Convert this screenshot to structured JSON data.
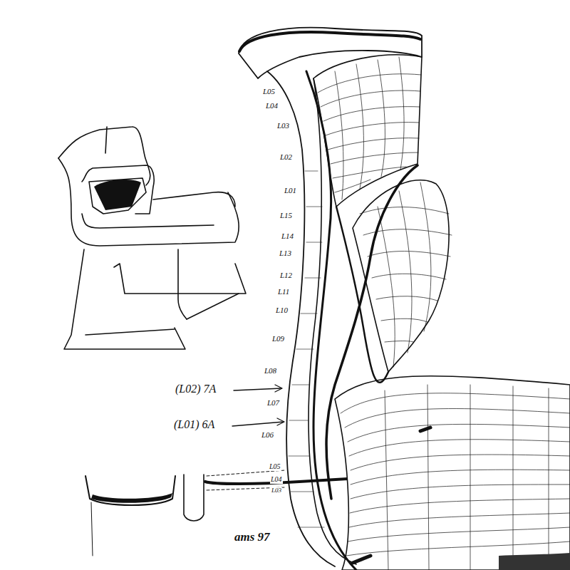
{
  "diagram": {
    "labels": [
      "L05",
      "L04",
      "L03",
      "L02",
      "L01",
      "L15",
      "L14",
      "L13",
      "L12",
      "L11",
      "L10",
      "L09",
      "L08",
      "L07",
      "L06",
      "L05",
      "L04",
      "L03",
      "(L02) 7A",
      "(L01) 6A",
      "ams 97"
    ]
  }
}
